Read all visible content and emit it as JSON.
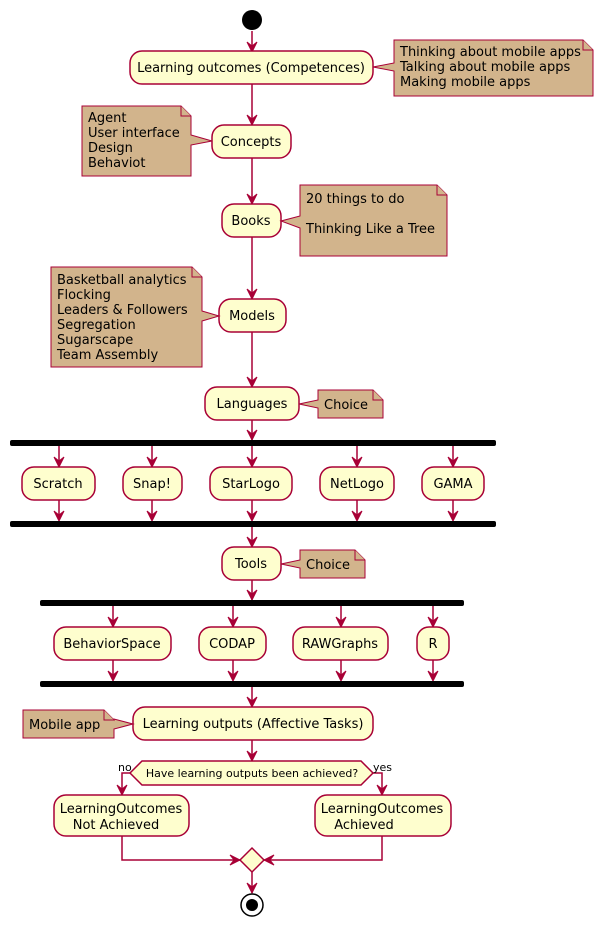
{
  "activities": {
    "outcomes": "Learning outcomes (Competences)",
    "concepts": "Concepts",
    "books": "Books",
    "models": "Models",
    "languages": "Languages",
    "lang_scratch": "Scratch",
    "lang_snap": "Snap!",
    "lang_starlogo": "StarLogo",
    "lang_netlogo": "NetLogo",
    "lang_gama": "GAMA",
    "tools": "Tools",
    "tool_behaviorspace": "BehaviorSpace",
    "tool_codap": "CODAP",
    "tool_rawgraphs": "RAWGraphs",
    "tool_r": "R",
    "outputs": "Learning outputs (Affective Tasks)",
    "not_achieved": [
      "LearningOutcomes",
      "Not Achieved"
    ],
    "achieved": [
      "LearningOutcomes",
      "Achieved"
    ]
  },
  "notes": {
    "outcomes": [
      "Thinking about mobile apps",
      "Talking about mobile apps",
      "Making mobile apps"
    ],
    "concepts": [
      "Agent",
      "User interface",
      "Design",
      "Behaviot"
    ],
    "books": [
      "20 things to do",
      "",
      "Thinking Like a Tree"
    ],
    "models": [
      "Basketball analytics",
      "Flocking",
      "Leaders & Followers",
      "Segregation",
      "Sugarscape",
      "Team Assembly"
    ],
    "languages": [
      "Choice"
    ],
    "tools": [
      "Choice"
    ],
    "outputs": [
      "Mobile app"
    ]
  },
  "decision": {
    "question": "Have learning outputs been achieved?",
    "no_label": "no",
    "yes_label": "yes"
  },
  "colors": {
    "activity_fill": "#FEFECE",
    "border": "#A80036",
    "note_fill": "#D2B48C"
  }
}
